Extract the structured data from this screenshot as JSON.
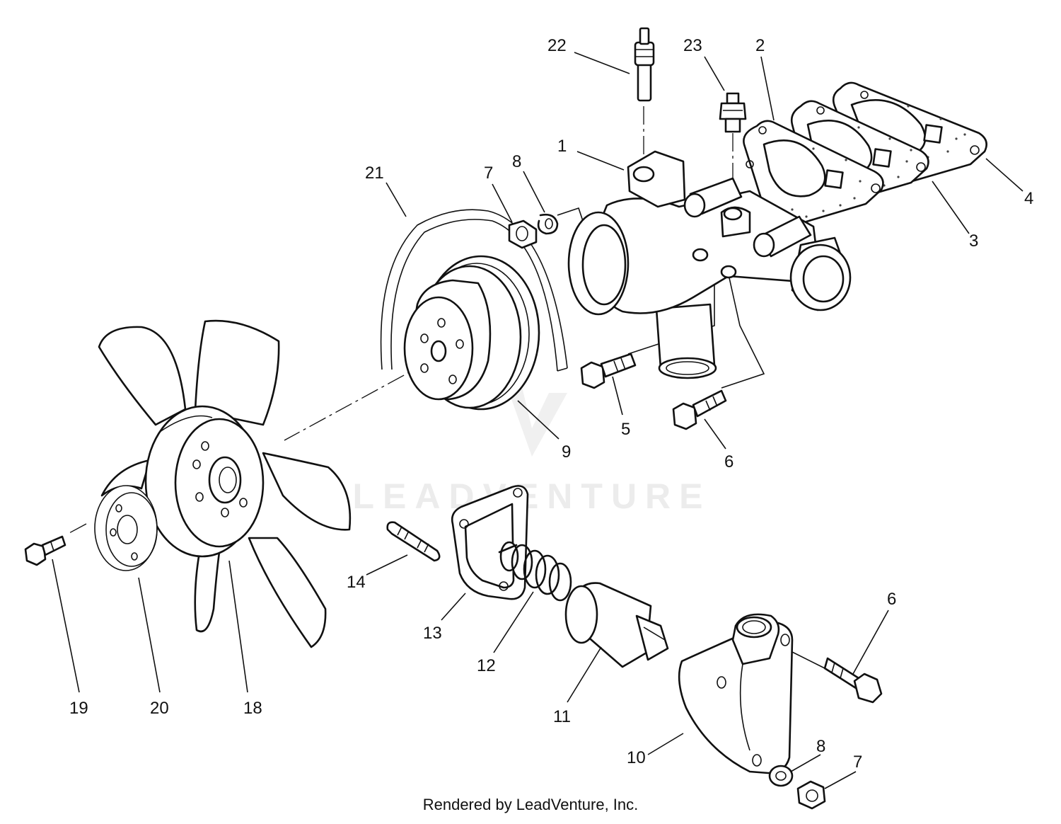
{
  "diagram": {
    "type": "exploded-parts-diagram",
    "callouts": [
      {
        "id": "c1",
        "text": "1"
      },
      {
        "id": "c2",
        "text": "2"
      },
      {
        "id": "c3",
        "text": "3"
      },
      {
        "id": "c4",
        "text": "4"
      },
      {
        "id": "c5",
        "text": "5"
      },
      {
        "id": "c6a",
        "text": "6"
      },
      {
        "id": "c6b",
        "text": "6"
      },
      {
        "id": "c7a",
        "text": "7"
      },
      {
        "id": "c7b",
        "text": "7"
      },
      {
        "id": "c8a",
        "text": "8"
      },
      {
        "id": "c8b",
        "text": "8"
      },
      {
        "id": "c9",
        "text": "9"
      },
      {
        "id": "c10",
        "text": "10"
      },
      {
        "id": "c11",
        "text": "11"
      },
      {
        "id": "c12",
        "text": "12"
      },
      {
        "id": "c13",
        "text": "13"
      },
      {
        "id": "c14",
        "text": "14"
      },
      {
        "id": "c18",
        "text": "18"
      },
      {
        "id": "c19",
        "text": "19"
      },
      {
        "id": "c20",
        "text": "20"
      },
      {
        "id": "c21",
        "text": "21"
      },
      {
        "id": "c22",
        "text": "22"
      },
      {
        "id": "c23",
        "text": "23"
      }
    ]
  },
  "watermark": {
    "text": "LEADVENTURE",
    "color": "#ececec"
  },
  "footer": {
    "text": "Rendered by LeadVenture, Inc."
  }
}
